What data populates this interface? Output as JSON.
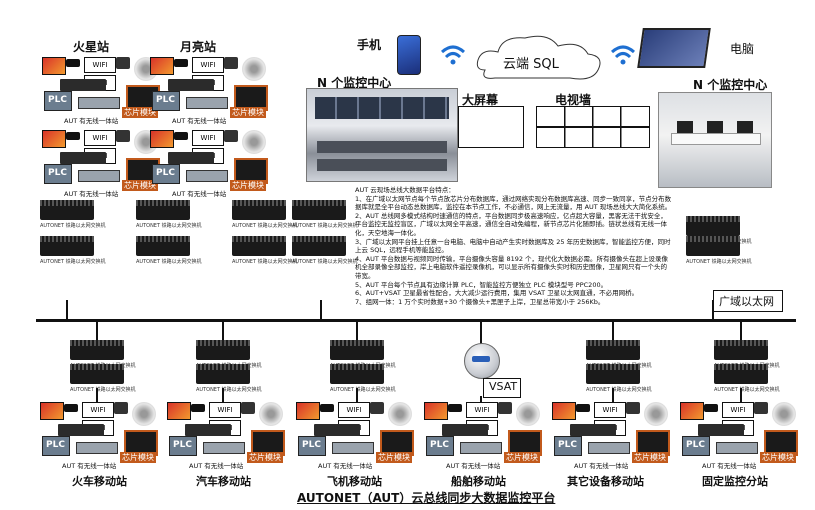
{
  "title": "AUTONET（AUT）云总线同步大数据监控平台",
  "top_stations": [
    "火星站",
    "月亮站"
  ],
  "cloud": {
    "label": "云端 SQL"
  },
  "devices": {
    "phone": "手机",
    "computer": "电脑"
  },
  "monitor_centers": [
    "N 个监控中心",
    "N 个监控中心"
  ],
  "big_screen": "大屏幕",
  "tv_wall": "电视墙",
  "unit_labels": {
    "wifi": "WIFI",
    "plc": "PLC",
    "chip": "芯片模块",
    "caption": "AUT 有无线一体站"
  },
  "router_tag": "AUTONET 铁路以太网交换机",
  "notes": {
    "heading": "AUT 云现场总线大数据平台特点：",
    "lines": [
      "1、在广域以太网节点每个节点放芯片分布数据库，通过网络实现分布数据库高速、同步一致同享，节点分布数据库就是全平台动态总数据库，监控在本节点工作，不必通信，网上无流量，用 AUT 现场总线大大简化系统。",
      "2、AUT 总线网多模式结构时速通信的特点，平台数据同步极高速响应，亿点超大容量，黑客无法干扰安全，平台监控无监控盲区，广域以太网全平高速，通信全自动免编程，新节点芯片化随即插。链状总线有无线一体化，天空地海一体化。",
      "3、广域以太网平台挂上任意一台电脑、电脑中自动产生实时数据库及 25 年历史数据库，智能监控方便，同时上云 SQL，远程手机等能监控。",
      "4、AUT 平台数据与视频同时传输，平台摄像头容量 8192 个，现代化大数据必需。所有摄像头在超上设录像机全部录像全部监控，岸上电脑软件遥控录像机，可以显示所有摄像头实时和历史图像，卫星网只有一个头的带宽。",
      "5、AUT 平台每个节点具有边缘计算 PLC，智能监控方便独立 PLC 模块型号 PPC200。",
      "6、AUT+VSAT 卫星最省性配合，大大减少运行费用，集用 VSAT 卫星以太网直通，不必用网桥。",
      "7、组网一体：1 万个实时数据+30 个摄像头+黑匣子上岸，卫星总带宽小于 256Kb。"
    ]
  },
  "wan_label": "广域以太网",
  "vsat": "VSAT",
  "bottom_stations": [
    "火车移动站",
    "汽车移动站",
    "飞机移动站",
    "船舶移动站",
    "其它设备移动站",
    "固定监控分站"
  ]
}
